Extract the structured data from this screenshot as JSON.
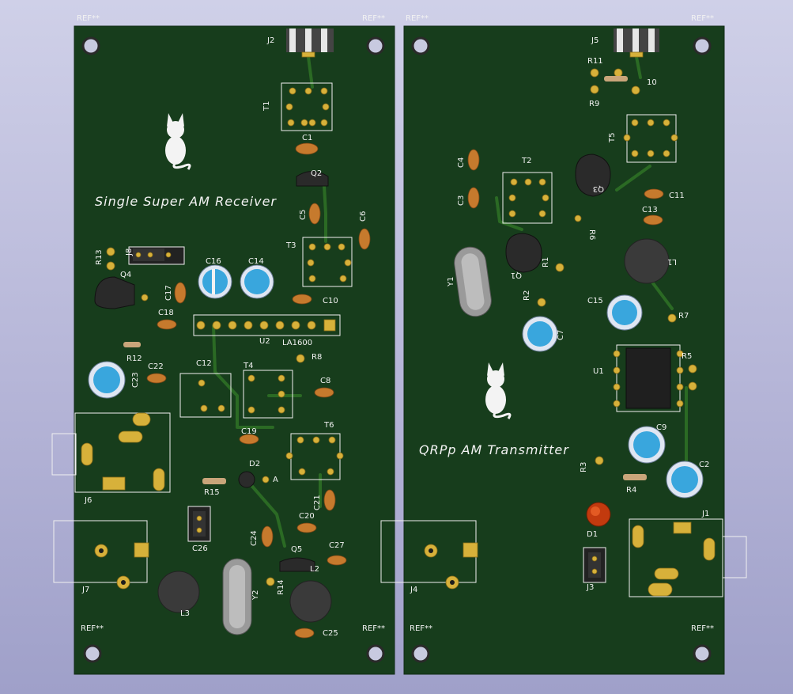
{
  "boards": {
    "receiver": {
      "title": "Single Super AM Receiver",
      "refs": [
        "REF**",
        "REF**",
        "REF**",
        "REF**"
      ],
      "labels": {
        "J2": "J2",
        "T1": "T1",
        "C1": "C1",
        "Q2": "Q2",
        "C5": "C5",
        "C6": "C6",
        "T3": "T3",
        "C10": "C10",
        "J8": "J8",
        "R13": "R13",
        "Q4": "Q4",
        "C16": "C16",
        "C14": "C14",
        "C17": "C17",
        "C18": "C18",
        "U2": "U2",
        "LA1600": "LA1600",
        "R12": "R12",
        "R8": "R8",
        "C12": "C12",
        "T4": "T4",
        "C8": "C8",
        "C22": "C22",
        "C23": "C23",
        "T6": "T6",
        "C19": "C19",
        "J6": "J6",
        "D2": "D2",
        "A": "A",
        "R15": "R15",
        "C21": "C21",
        "C20": "C20",
        "C26": "C26",
        "C24": "C24",
        "Q5": "Q5",
        "C27": "C27",
        "L2": "L2",
        "J7": "J7",
        "L3": "L3",
        "Y2": "Y2",
        "R14": "R14",
        "C25": "C25"
      }
    },
    "transmitter": {
      "title": "QRPp AM Transmitter",
      "refs": [
        "REF**",
        "REF**",
        "REF**",
        "REF**"
      ],
      "labels": {
        "J5": "J5",
        "R11": "R11",
        "R10": "10",
        "R9": "R9",
        "T5": "T5",
        "C4": "C4",
        "T2": "T2",
        "C3": "C3",
        "Q3": "Q3",
        "C11": "C11",
        "R6": "R6",
        "C13": "C13",
        "Y1": "Y1",
        "Q1": "Q1",
        "R1": "R1",
        "L1": "L1",
        "R2": "R2",
        "C15": "C15",
        "C7": "C7",
        "R7": "R7",
        "R5": "R5",
        "U1": "U1",
        "C9": "C9",
        "C2": "C2",
        "R3": "R3",
        "R4": "R4",
        "D1": "D1",
        "J1": "J1",
        "J3": "J3",
        "J4": "J4"
      }
    }
  },
  "colors": {
    "pcb": "#173d1c",
    "trace": "#2b6a24",
    "pad": "#d7b13a",
    "silkscreen": "#f2f2f2",
    "background": "#b7b7da"
  }
}
